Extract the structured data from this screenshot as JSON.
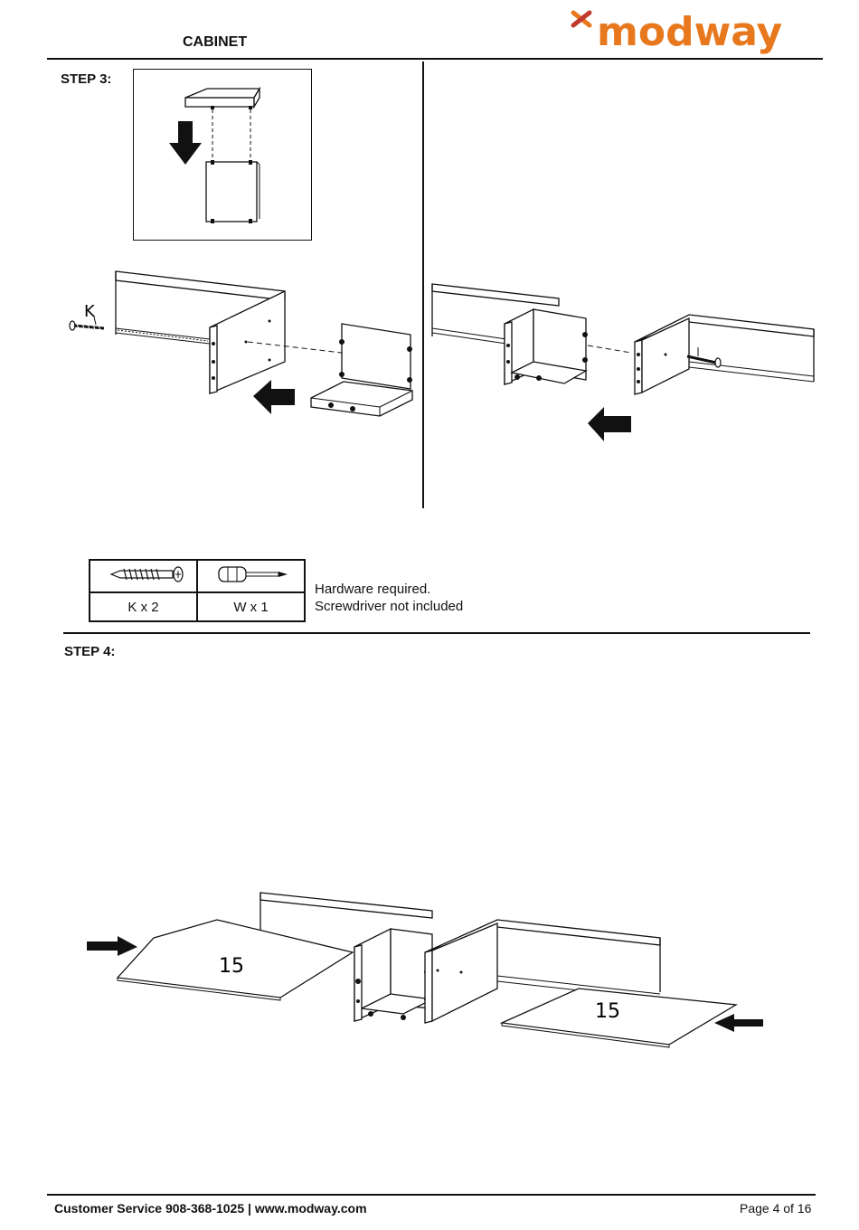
{
  "header": {
    "section_title": "CABINET",
    "brand": "modway",
    "brand_color": "#e8781e",
    "brand_mark_colors": [
      "#e8781e",
      "#c0392b"
    ]
  },
  "step3": {
    "label": "STEP 3:",
    "callout_letter": "K"
  },
  "hardware": {
    "items": [
      {
        "icon": "screw-icon",
        "label": "K x 2"
      },
      {
        "icon": "screwdriver-icon",
        "label": "W x 1"
      }
    ],
    "note_line1": "Hardware required.",
    "note_line2": "Screwdriver not included"
  },
  "step4": {
    "label": "STEP 4:",
    "panel_left_number": "15",
    "panel_right_number": "15"
  },
  "footer": {
    "contact": "Customer Service 908-368-1025 | www.modway.com",
    "page": "Page 4 of 16"
  }
}
